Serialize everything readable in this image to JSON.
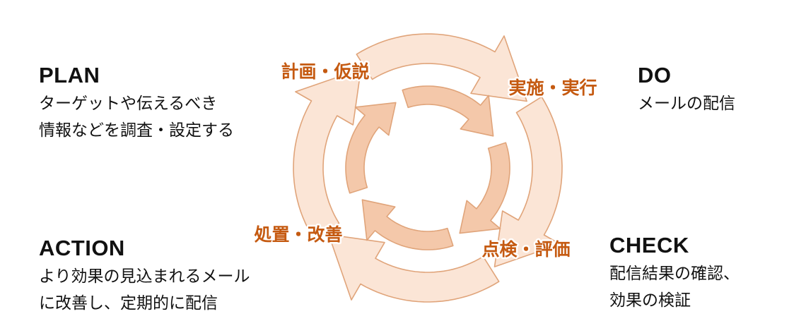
{
  "colors": {
    "outer_fill": "#fbe5d6",
    "outer_stroke": "#e0a47a",
    "inner_fill": "#f4c8aa",
    "inner_stroke": "#e0a47a",
    "phase_text": "#c55a11",
    "body_text": "#111111"
  },
  "plan": {
    "title": "PLAN",
    "lines": [
      "ターゲットや伝えるべき",
      "情報などを調査・設定する"
    ]
  },
  "do": {
    "title": "DO",
    "lines": [
      "メールの配信"
    ]
  },
  "action": {
    "title": "ACTION",
    "lines": [
      "より効果の見込まれるメール",
      "に改善し、定期的に配信"
    ]
  },
  "check": {
    "title": "CHECK",
    "lines": [
      "配信結果の確認、",
      "効果の検証"
    ]
  },
  "phases": {
    "plan": "計画・仮説",
    "do": "実施・実行",
    "check": "点検・評価",
    "action": "処置・改善"
  }
}
